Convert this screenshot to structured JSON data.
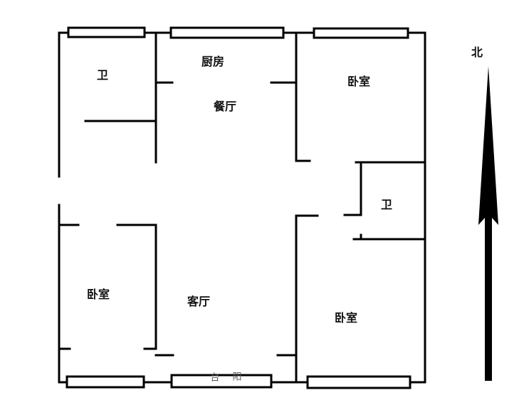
{
  "plan": {
    "rooms": {
      "bath_nw": "卫",
      "kitchen": "厨房",
      "dining": "餐厅",
      "bedroom_ne": "卧室",
      "bath_e": "卫",
      "bedroom_w": "卧室",
      "living": "客厅",
      "bedroom_se": "卧室"
    },
    "balcony": [
      "台",
      "阳"
    ]
  },
  "compass": {
    "north": "北"
  },
  "colors": {
    "wall": "#000000",
    "background": "#ffffff"
  }
}
